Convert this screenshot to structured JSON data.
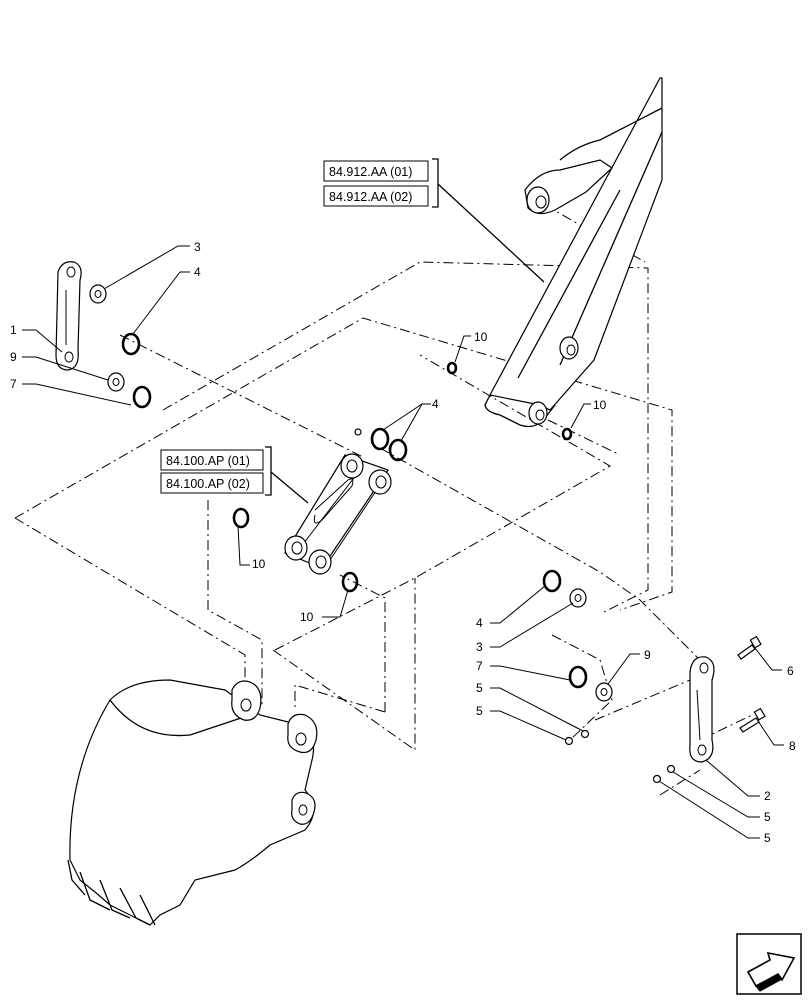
{
  "references": [
    {
      "id": "ref-84912-01",
      "text": "84.912.AA (01)"
    },
    {
      "id": "ref-84912-02",
      "text": "84.912.AA (02)"
    },
    {
      "id": "ref-84100-01",
      "text": "84.100.AP (01)"
    },
    {
      "id": "ref-84100-02",
      "text": "84.100.AP (02)"
    }
  ],
  "callouts": {
    "c1": "1",
    "c2": "2",
    "c3a": "3",
    "c3b": "3",
    "c4a": "4",
    "c4b": "4",
    "c4c": "4",
    "c5a": "5",
    "c5b": "5",
    "c5c": "5",
    "c5d": "5",
    "c6": "6",
    "c7a": "7",
    "c7b": "7",
    "c8": "8",
    "c9a": "9",
    "c9b": "9",
    "c10a": "10",
    "c10b": "10",
    "c10c": "10",
    "c10d": "10"
  },
  "icons": {
    "nav": "next-page-arrow-icon"
  }
}
